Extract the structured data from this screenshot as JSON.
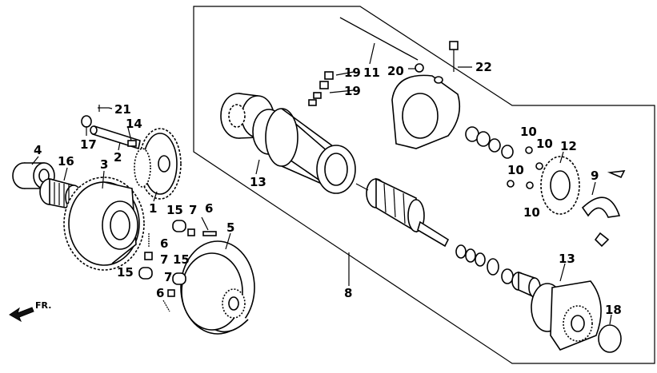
{
  "labels": {
    "p1": "1",
    "p2": "2",
    "p3": "3",
    "p4": "4",
    "p5": "5",
    "p6a": "6",
    "p6b": "6",
    "p6c": "6",
    "p7a": "7",
    "p7b": "7",
    "p7c": "7",
    "p8": "8",
    "p9": "9",
    "p10a": "10",
    "p10b": "10",
    "p10c": "10",
    "p10d": "10",
    "p11": "11",
    "p12": "12",
    "p13a": "13",
    "p13b": "13",
    "p14": "14",
    "p15a": "15",
    "p15b": "15",
    "p15c": "15",
    "p16": "16",
    "p17": "17",
    "p18": "18",
    "p19a": "19",
    "p19b": "19",
    "p20": "20",
    "p21": "21",
    "p22": "22"
  },
  "direction_label": "FR."
}
